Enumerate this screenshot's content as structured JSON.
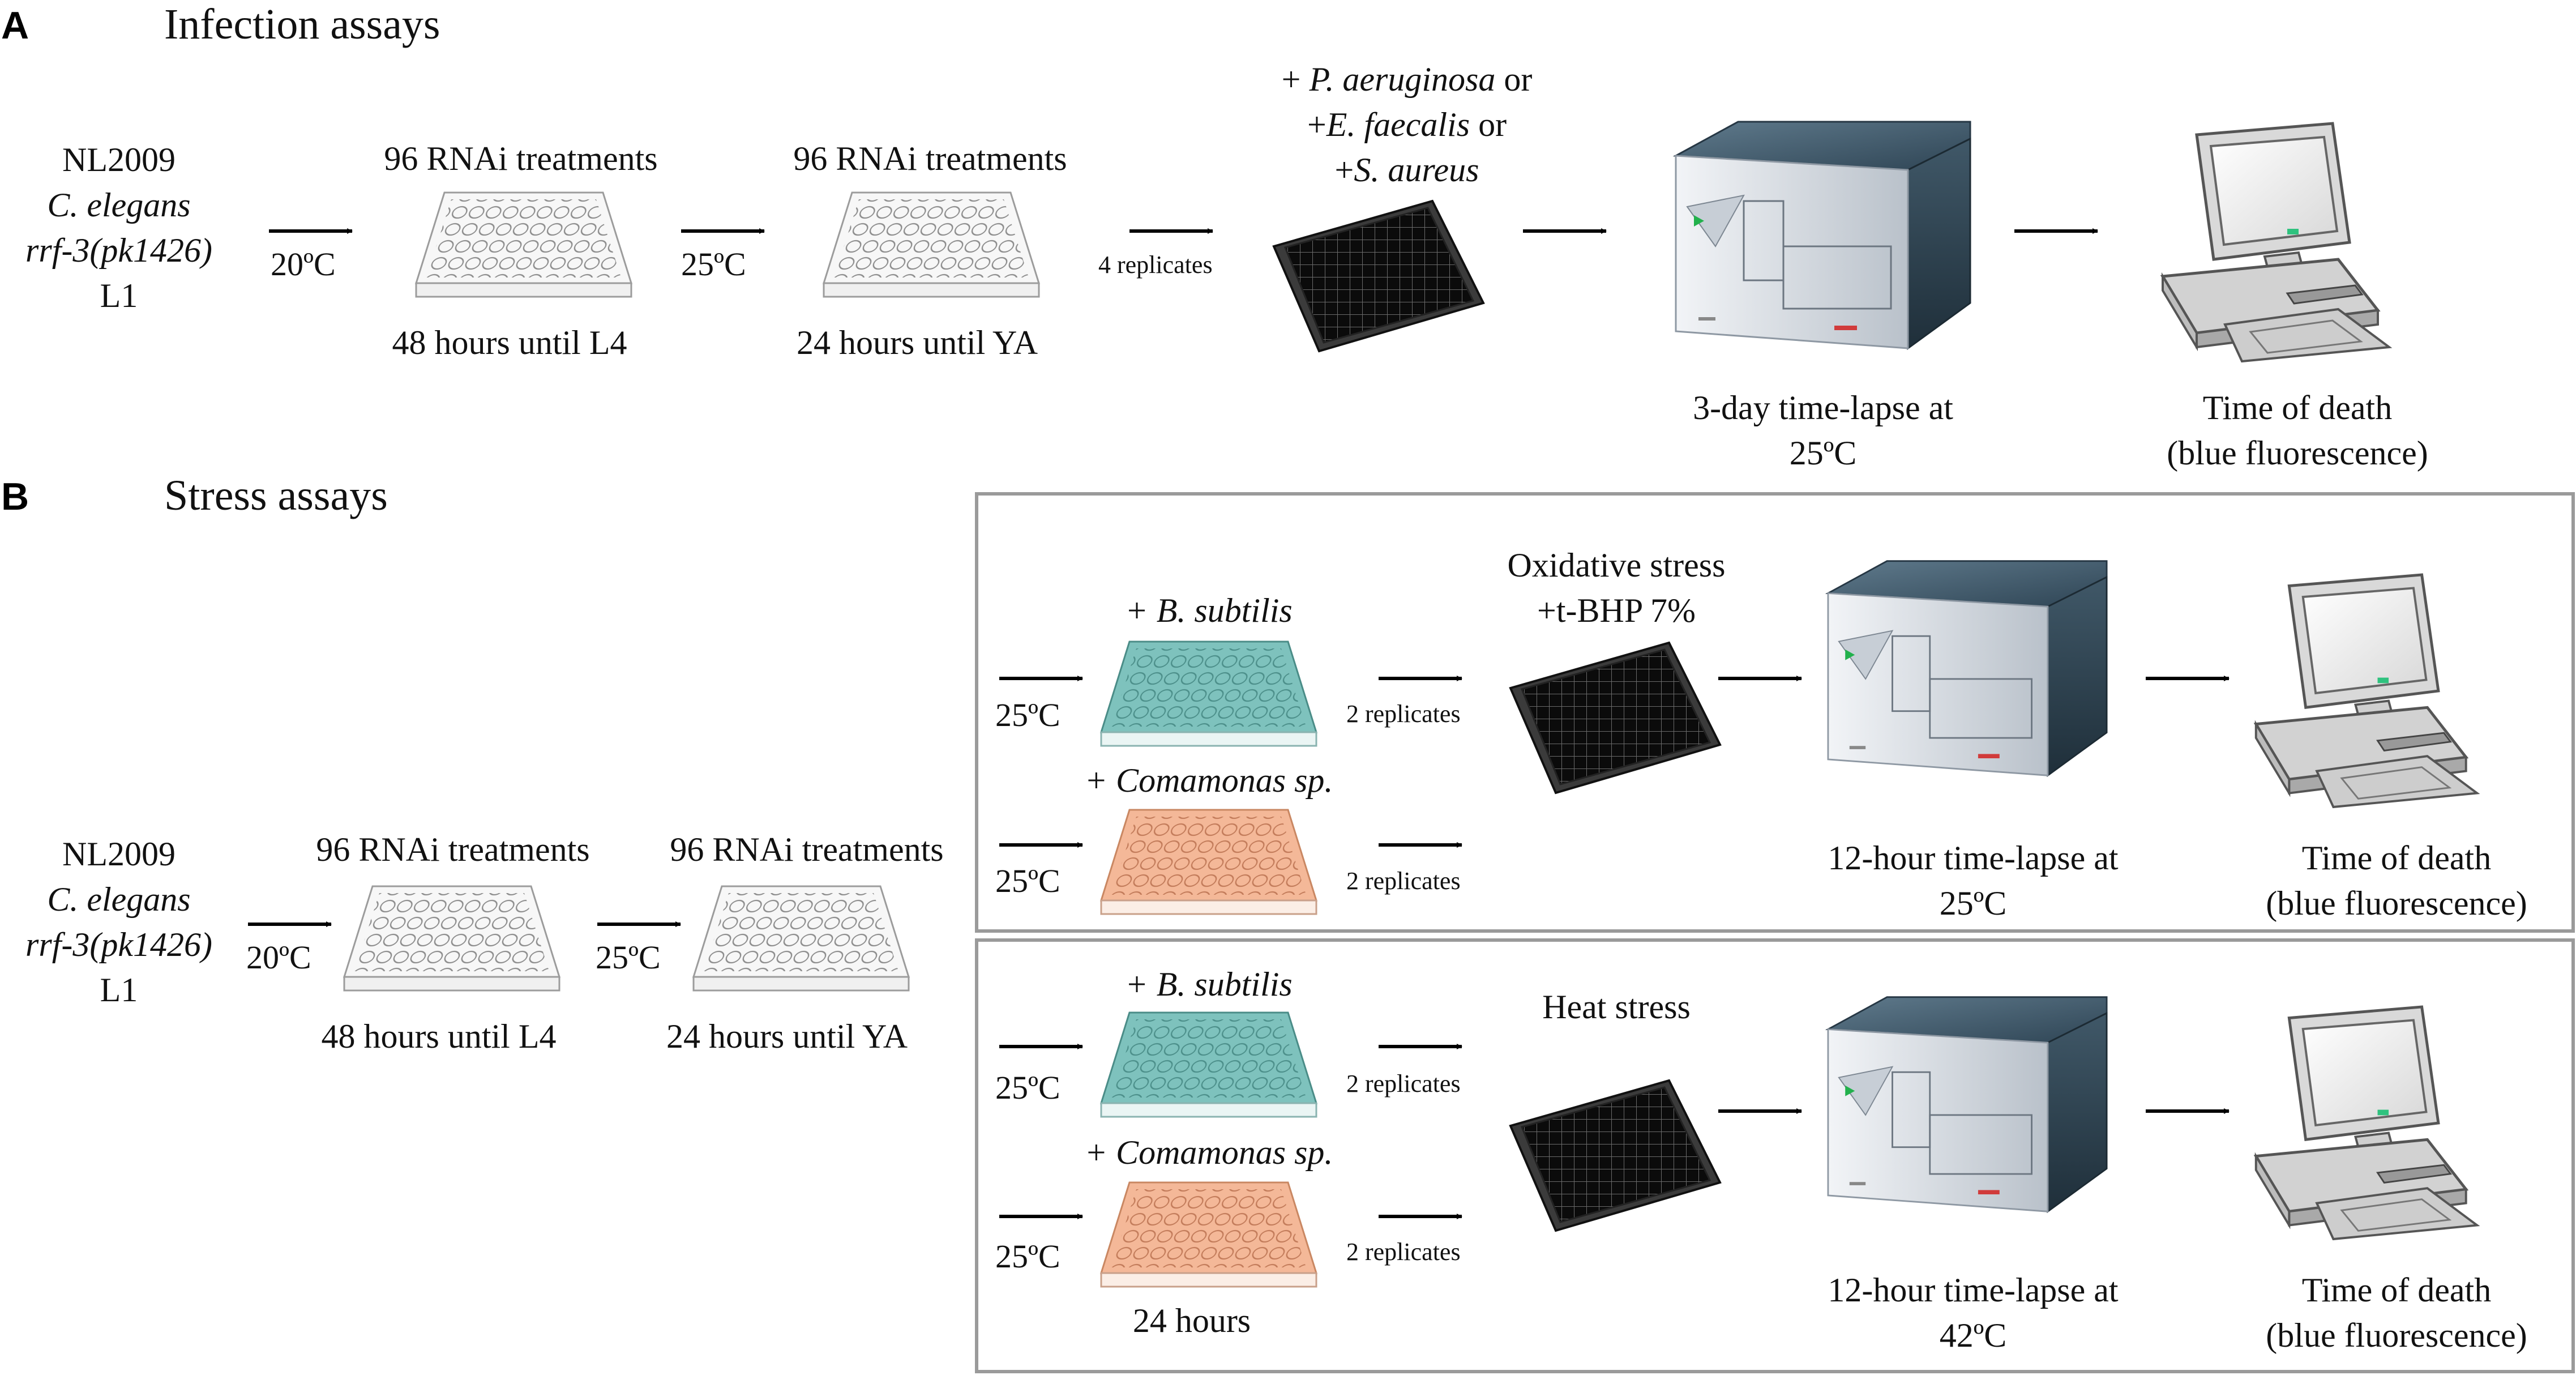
{
  "panel_a": {
    "letter": "A",
    "title": "Infection assays",
    "strain": [
      "NL2009",
      "C. elegans",
      "rrf-3(pk1426)",
      "L1"
    ],
    "step1": {
      "label": "96 RNAi treatments",
      "temp": "20ºC",
      "caption": "48 hours until L4"
    },
    "step2": {
      "label": "96 RNAi treatments",
      "temp": "25ºC",
      "caption": "24 hours until YA"
    },
    "pathogen_lines": [
      {
        "prefix": "+ ",
        "species": "P. aeruginosa",
        "suffix": " or"
      },
      {
        "prefix": "+",
        "species": "E. faecalis",
        "suffix": " or"
      },
      {
        "prefix": "+",
        "species": "S. aureus",
        "suffix": ""
      }
    ],
    "replicates": "4 replicates",
    "reader_caption": [
      "3-day time-lapse at",
      "25ºC"
    ],
    "computer_caption": [
      "Time of death",
      "(blue fluorescence)"
    ]
  },
  "panel_b": {
    "letter": "B",
    "title": "Stress assays",
    "strain": [
      "NL2009",
      "C. elegans",
      "rrf-3(pk1426)",
      "L1"
    ],
    "step1": {
      "label": "96 RNAi treatments",
      "temp": "20ºC",
      "caption": "48 hours until L4"
    },
    "step2": {
      "label": "96 RNAi treatments",
      "temp": "25ºC",
      "caption": "24 hours until YA"
    },
    "oxidative": {
      "title": [
        "Oxidative stress",
        "+t-BHP 7%"
      ],
      "bsub_label": "+ B. subtilis",
      "comamonas_label": "+ Comamonas sp.",
      "temp": "25ºC",
      "replicates": "2 replicates",
      "reader_caption": [
        "12-hour time-lapse at",
        "25ºC"
      ],
      "computer_caption": [
        "Time of death",
        "(blue fluorescence)"
      ]
    },
    "heat": {
      "title": "Heat stress",
      "bsub_label": "+ B. subtilis",
      "comamonas_label": "+ Comamonas sp.",
      "temp": "25ºC",
      "replicates": "2 replicates",
      "plate_caption": "24 hours",
      "reader_caption": [
        "12-hour time-lapse at",
        "42ºC"
      ],
      "computer_caption": [
        "Time of death",
        "(blue fluorescence)"
      ]
    }
  },
  "colors": {
    "b_subtilis": "#1a9a96",
    "b_subtilis_fill": "#7ec2bd",
    "comamonas": "#ee7d2d",
    "comamonas_fill": "#f4b898",
    "box_border": "#9a9a9a",
    "plate_black": "#0b0b0b"
  }
}
